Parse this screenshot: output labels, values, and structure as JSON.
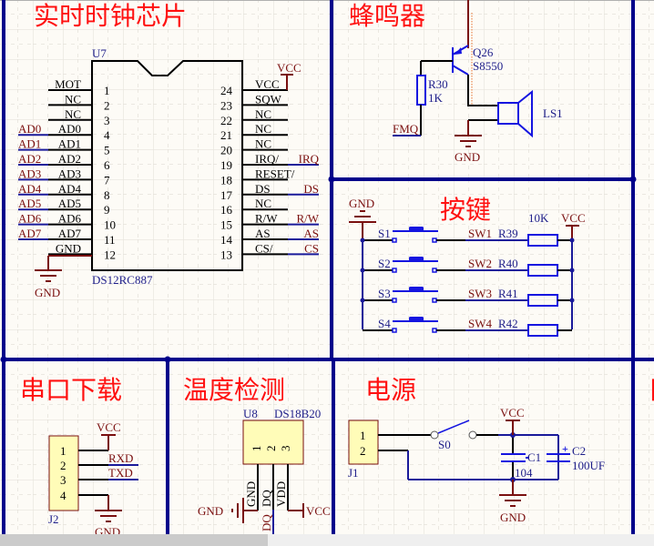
{
  "colors": {
    "background": "#fdfbf6",
    "grid_major": "#e8e6e0",
    "frame": "#00008b",
    "title": "#ff1010",
    "net_label": "#7a0f0f",
    "component": "#1515e0",
    "designator": "#1e1e8a"
  },
  "sections": {
    "rtc": {
      "title": "实时时钟芯片",
      "designator": "U7",
      "part": "DS12RC887",
      "left_pins": [
        {
          "num": "1",
          "name": "MOT",
          "net": ""
        },
        {
          "num": "2",
          "name": "NC",
          "net": ""
        },
        {
          "num": "3",
          "name": "NC",
          "net": ""
        },
        {
          "num": "4",
          "name": "AD0",
          "net": "AD0"
        },
        {
          "num": "5",
          "name": "AD1",
          "net": "AD1"
        },
        {
          "num": "6",
          "name": "AD2",
          "net": "AD2"
        },
        {
          "num": "7",
          "name": "AD3",
          "net": "AD3"
        },
        {
          "num": "8",
          "name": "AD4",
          "net": "AD4"
        },
        {
          "num": "9",
          "name": "AD5",
          "net": "AD5"
        },
        {
          "num": "10",
          "name": "AD6",
          "net": "AD6"
        },
        {
          "num": "11",
          "name": "AD7",
          "net": "AD7"
        },
        {
          "num": "12",
          "name": "GND",
          "net": ""
        }
      ],
      "right_pins": [
        {
          "num": "24",
          "name": "VCC",
          "net": ""
        },
        {
          "num": "23",
          "name": "SQW",
          "net": ""
        },
        {
          "num": "22",
          "name": "NC",
          "net": ""
        },
        {
          "num": "21",
          "name": "NC",
          "net": ""
        },
        {
          "num": "20",
          "name": "NC",
          "net": ""
        },
        {
          "num": "19",
          "name": "IRQ/",
          "net": "IRQ"
        },
        {
          "num": "18",
          "name": "RESET/",
          "net": ""
        },
        {
          "num": "17",
          "name": "DS",
          "net": "DS"
        },
        {
          "num": "16",
          "name": "NC",
          "net": ""
        },
        {
          "num": "15",
          "name": "R/W",
          "net": "R/W"
        },
        {
          "num": "14",
          "name": "AS",
          "net": "AS"
        },
        {
          "num": "13",
          "name": "CS/",
          "net": "CS"
        }
      ],
      "vcc_label": "VCC",
      "gnd_label": "GND"
    },
    "buzzer": {
      "title": "蜂鸣器",
      "transistor": "Q26",
      "transistor_part": "S8550",
      "resistor": "R30",
      "resistor_value": "1K",
      "speaker": "LS1",
      "input_net": "FMQ",
      "gnd_label": "GND"
    },
    "keys": {
      "title": "按键",
      "gnd_label": "GND",
      "vcc_label": "VCC",
      "resistor_value": "10K",
      "rows": [
        {
          "switch": "S1",
          "net": "SW1",
          "resistor": "R39"
        },
        {
          "switch": "S2",
          "net": "SW2",
          "resistor": "R40"
        },
        {
          "switch": "S3",
          "net": "SW3",
          "resistor": "R41"
        },
        {
          "switch": "S4",
          "net": "SW4",
          "resistor": "R42"
        }
      ]
    },
    "serial": {
      "title": "串口下载",
      "connector": "J2",
      "pins": [
        "1",
        "2",
        "3",
        "4"
      ],
      "vcc_label": "VCC",
      "rxd": "RXD",
      "txd": "TXD",
      "gnd_label": "GND"
    },
    "temp": {
      "title": "温度检测",
      "designator": "U8",
      "part": "DS18B20",
      "pin_nums": [
        "1",
        "2",
        "3"
      ],
      "pin_names": [
        "GND",
        "DQ",
        "VDD"
      ],
      "gnd_label": "GND",
      "vcc_label": "VCC",
      "dq_net": "DQ"
    },
    "power": {
      "title": "电源",
      "connector": "J1",
      "pins": [
        "1",
        "2"
      ],
      "switch": "S0",
      "c1": "C1",
      "c1_value": "104",
      "c2": "C2",
      "c2_value": "100UF",
      "c2_polarity": "+",
      "vcc_label": "VCC",
      "gnd_label": "GND"
    },
    "partial": {
      "title_fragment": "日"
    }
  }
}
